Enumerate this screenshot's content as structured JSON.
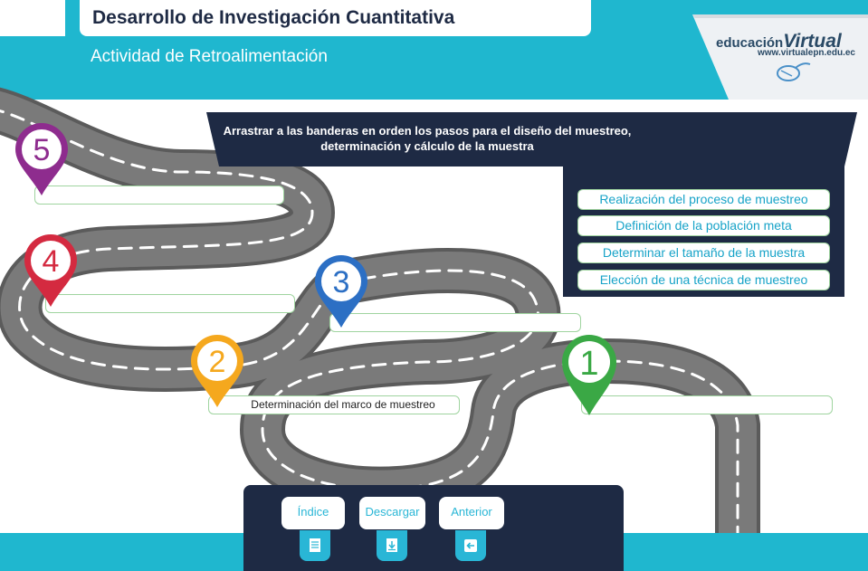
{
  "header": {
    "title": "Desarrollo de Investigación Cuantitativa",
    "subtitle": "Actividad de Retroalimentación"
  },
  "logo": {
    "brand_prefix": "educación",
    "brand_suffix": "Virtual",
    "url": "www.virtualepn.edu.ec",
    "icon": "mouse-icon"
  },
  "instructions": {
    "line1": "Arrastrar a las banderas en orden los pasos para el diseño del muestreo,",
    "line2": "determinación y cálculo de la muestra"
  },
  "options": [
    {
      "label": "Realización del proceso de muestreo"
    },
    {
      "label": "Definición de la población meta"
    },
    {
      "label": "Determinar el tamaño de la muestra"
    },
    {
      "label": "Elección de una técnica de muestreo"
    }
  ],
  "flags": [
    {
      "number": "1",
      "color": "#3aa845",
      "slot_text": ""
    },
    {
      "number": "2",
      "color": "#f5a81e",
      "slot_text": "Determinación del marco de muestreo"
    },
    {
      "number": "3",
      "color": "#2c6fc4",
      "slot_text": ""
    },
    {
      "number": "4",
      "color": "#d42a40",
      "slot_text": ""
    },
    {
      "number": "5",
      "color": "#8e2c8e",
      "slot_text": ""
    }
  ],
  "footer": {
    "buttons": [
      {
        "label": "Índice",
        "icon": "document-icon"
      },
      {
        "label": "Descargar",
        "icon": "download-icon"
      },
      {
        "label": "Anterior",
        "icon": "back-arrow-icon"
      }
    ]
  },
  "colors": {
    "teal": "#1fb7cf",
    "navy": "#1e2a44",
    "road": "#6e6e6e",
    "button_text": "#29b6d6"
  }
}
